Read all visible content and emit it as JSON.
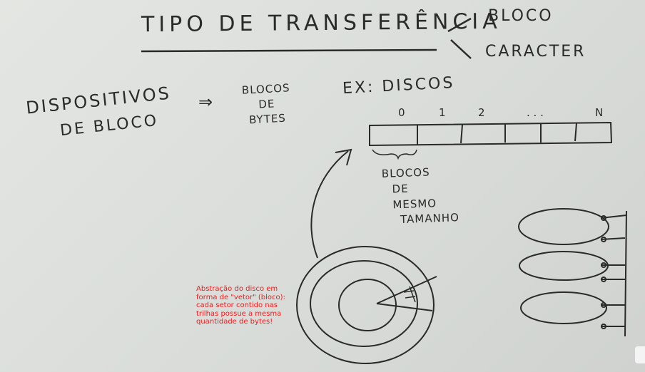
{
  "whiteboard": {
    "title": "TIPO DE TRANSFERÊNCIA",
    "options": [
      "BLOCO",
      "CARACTER"
    ],
    "devices": {
      "line1": "DISPOSITIVOS",
      "line2": "DE BLOCO",
      "arrow": "⇒",
      "blocks_lines": [
        "BLOCOS",
        "DE",
        "BYTES"
      ]
    },
    "example": "EX: DISCOS",
    "vector_indices": [
      "0",
      "1",
      "2",
      ". . .",
      "N"
    ],
    "same_size_lines": [
      "BLOCOS",
      "DE",
      "MESMO",
      "TAMANHO"
    ]
  },
  "caption": "Abstração do disco em forma de \"vetor\" (bloco): cada setor contido nas trilhas possue a mesma quantidade de bytes!",
  "colors": {
    "board": "#dfe1de",
    "marker": "#2a2a2a",
    "caption": "#ee1c1c"
  }
}
